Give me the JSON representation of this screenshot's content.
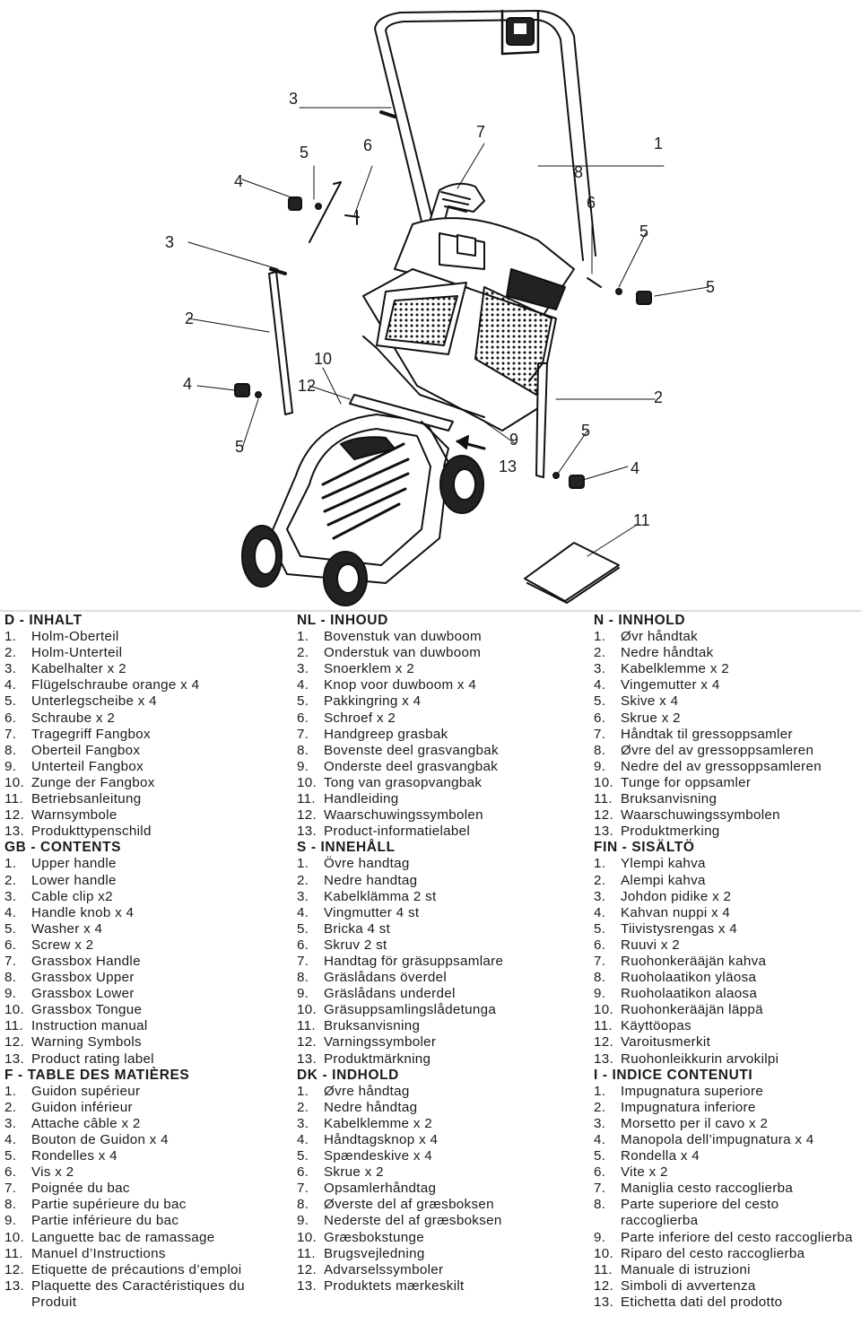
{
  "callouts": [
    "3",
    "5",
    "6",
    "7",
    "1",
    "4",
    "8",
    "6",
    "5",
    "3",
    "5",
    "4",
    "2",
    "10",
    "12",
    "4",
    "2",
    "5",
    "9",
    "5",
    "13",
    "4",
    "11"
  ],
  "sections": [
    {
      "heading": "D - INHALT",
      "items": [
        {
          "n": "1.",
          "t": "Holm-Oberteil"
        },
        {
          "n": "2.",
          "t": "Holm-Unterteil"
        },
        {
          "n": "3.",
          "t": "Kabelhalter x 2"
        },
        {
          "n": "4.",
          "t": "Flügelschraube orange x 4"
        },
        {
          "n": "5.",
          "t": "Unterlegscheibe x 4"
        },
        {
          "n": "6.",
          "t": "Schraube x 2"
        },
        {
          "n": "7.",
          "t": "Tragegriff Fangbox"
        },
        {
          "n": "8.",
          "t": "Oberteil Fangbox"
        },
        {
          "n": "9.",
          "t": "Unterteil Fangbox"
        },
        {
          "n": "10.",
          "t": "Zunge der Fangbox"
        },
        {
          "n": "11.",
          "t": "Betriebsanleitung"
        },
        {
          "n": "12.",
          "t": "Warnsymbole"
        },
        {
          "n": "13.",
          "t": "Produkttypenschild"
        }
      ]
    },
    {
      "heading": "GB - CONTENTS",
      "items": [
        {
          "n": "1.",
          "t": "Upper handle"
        },
        {
          "n": "2.",
          "t": "Lower handle"
        },
        {
          "n": "3.",
          "t": "Cable clip x2"
        },
        {
          "n": "4.",
          "t": "Handle knob x 4"
        },
        {
          "n": "5.",
          "t": "Washer x 4"
        },
        {
          "n": "6.",
          "t": "Screw x 2"
        },
        {
          "n": "7.",
          "t": "Grassbox Handle"
        },
        {
          "n": "8.",
          "t": "Grassbox Upper"
        },
        {
          "n": "9.",
          "t": "Grassbox Lower"
        },
        {
          "n": "10.",
          "t": "Grassbox Tongue"
        },
        {
          "n": "11.",
          "t": "Instruction manual"
        },
        {
          "n": "12.",
          "t": "Warning Symbols"
        },
        {
          "n": "13.",
          "t": "Product rating label"
        }
      ]
    },
    {
      "heading": "F - TABLE DES MATIÈRES",
      "items": [
        {
          "n": "1.",
          "t": "Guidon supérieur"
        },
        {
          "n": "2.",
          "t": "Guidon inférieur"
        },
        {
          "n": "3.",
          "t": "Attache câble x 2"
        },
        {
          "n": "4.",
          "t": "Bouton de Guidon x 4"
        },
        {
          "n": "5.",
          "t": "Rondelles x 4"
        },
        {
          "n": "6.",
          "t": "Vis x 2"
        },
        {
          "n": "7.",
          "t": "Poignée du bac"
        },
        {
          "n": "8.",
          "t": "Partie supérieure du bac"
        },
        {
          "n": "9.",
          "t": "Partie inférieure du bac"
        },
        {
          "n": "10.",
          "t": "Languette bac de ramassage"
        },
        {
          "n": "11.",
          "t": "Manuel d’Instructions"
        },
        {
          "n": "12.",
          "t": "Etiquette de précautions d’emploi"
        },
        {
          "n": "13.",
          "t": "Plaquette des Caractéristiques du Produit"
        }
      ]
    },
    {
      "heading": "NL - INHOUD",
      "items": [
        {
          "n": "1.",
          "t": "Bovenstuk van duwboom"
        },
        {
          "n": "2.",
          "t": "Onderstuk van duwboom"
        },
        {
          "n": "3.",
          "t": "Snoerklem x 2"
        },
        {
          "n": "4.",
          "t": "Knop voor duwboom x 4"
        },
        {
          "n": "5.",
          "t": "Pakkingring x 4"
        },
        {
          "n": "6.",
          "t": "Schroef x 2"
        },
        {
          "n": "7.",
          "t": "Handgreep grasbak"
        },
        {
          "n": "8.",
          "t": "Bovenste deel grasvangbak"
        },
        {
          "n": "9.",
          "t": "Onderste deel grasvangbak"
        },
        {
          "n": "10.",
          "t": "Tong van grasopvangbak"
        },
        {
          "n": "11.",
          "t": "Handleiding"
        },
        {
          "n": "12.",
          "t": "Waarschuwingssymbolen"
        },
        {
          "n": "13.",
          "t": "Product-informatielabel"
        }
      ]
    },
    {
      "heading": "S - INNEHÅLL",
      "items": [
        {
          "n": "1.",
          "t": "Övre handtag"
        },
        {
          "n": "2.",
          "t": "Nedre handtag"
        },
        {
          "n": "3.",
          "t": "Kabelklämma 2 st"
        },
        {
          "n": "4.",
          "t": "Vingmutter 4 st"
        },
        {
          "n": "5.",
          "t": "Bricka 4 st"
        },
        {
          "n": "6.",
          "t": "Skruv 2 st"
        },
        {
          "n": "7.",
          "t": "Handtag för gräsuppsamlare"
        },
        {
          "n": "8.",
          "t": "Gräslådans överdel"
        },
        {
          "n": "9.",
          "t": "Gräslådans underdel"
        },
        {
          "n": "10.",
          "t": "Gräsuppsamlingslådetunga"
        },
        {
          "n": "11.",
          "t": "Bruksanvisning"
        },
        {
          "n": "12.",
          "t": "Varningssymboler"
        },
        {
          "n": "13.",
          "t": "Produktmärkning"
        }
      ]
    },
    {
      "heading": "DK - INDHOLD",
      "items": [
        {
          "n": "1.",
          "t": "Øvre håndtag"
        },
        {
          "n": "2.",
          "t": "Nedre håndtag"
        },
        {
          "n": "3.",
          "t": "Kabelklemme x 2"
        },
        {
          "n": "4.",
          "t": "Håndtagsknop x 4"
        },
        {
          "n": "5.",
          "t": "Spændeskive x 4"
        },
        {
          "n": "6.",
          "t": "Skrue x 2"
        },
        {
          "n": "7.",
          "t": "Opsamlerhåndtag"
        },
        {
          "n": "8.",
          "t": "Øverste del af græsboksen"
        },
        {
          "n": "9.",
          "t": "Nederste del af græsboksen"
        },
        {
          "n": "10.",
          "t": "Græsbokstunge"
        },
        {
          "n": "11.",
          "t": "Brugsvejledning"
        },
        {
          "n": "12.",
          "t": "Advarselssymboler"
        },
        {
          "n": "13.",
          "t": "Produktets mærkeskilt"
        }
      ]
    },
    {
      "heading": "N - INNHOLD",
      "items": [
        {
          "n": "1.",
          "t": "Øvr håndtak"
        },
        {
          "n": "2.",
          "t": "Nedre håndtak"
        },
        {
          "n": "3.",
          "t": "Kabelklemme x 2"
        },
        {
          "n": "4.",
          "t": "Vingemutter x 4"
        },
        {
          "n": "5.",
          "t": "Skive x 4"
        },
        {
          "n": "6.",
          "t": "Skrue x 2"
        },
        {
          "n": "7.",
          "t": "Håndtak til gressoppsamler"
        },
        {
          "n": "8.",
          "t": "Øvre del av gressoppsamleren"
        },
        {
          "n": "9.",
          "t": "Nedre del av gressoppsamleren"
        },
        {
          "n": "10.",
          "t": "Tunge for oppsamler"
        },
        {
          "n": "11.",
          "t": "Bruksanvisning"
        },
        {
          "n": "12.",
          "t": "Waarschuwingssymbolen"
        },
        {
          "n": "13.",
          "t": "Produktmerking"
        }
      ]
    },
    {
      "heading": "FIN - SISÄLTÖ",
      "items": [
        {
          "n": "1.",
          "t": "Ylempi kahva"
        },
        {
          "n": "2.",
          "t": "Alempi kahva"
        },
        {
          "n": "3.",
          "t": "Johdon pidike x 2"
        },
        {
          "n": "4.",
          "t": "Kahvan nuppi x 4"
        },
        {
          "n": "5.",
          "t": "Tiivistysrengas x 4"
        },
        {
          "n": "6.",
          "t": "Ruuvi x 2"
        },
        {
          "n": "7.",
          "t": "Ruohonkerääjän kahva"
        },
        {
          "n": "8.",
          "t": "Ruoholaatikon yläosa"
        },
        {
          "n": "9.",
          "t": "Ruoholaatikon alaosa"
        },
        {
          "n": "10.",
          "t": "Ruohonkerääjän läppä"
        },
        {
          "n": "11.",
          "t": "Käyttöopas"
        },
        {
          "n": "12.",
          "t": "Varoitusmerkit"
        },
        {
          "n": "13.",
          "t": "Ruohonleikkurin arvokilpi"
        }
      ]
    },
    {
      "heading": "I - INDICE CONTENUTI",
      "items": [
        {
          "n": "1.",
          "t": "Impugnatura superiore"
        },
        {
          "n": "2.",
          "t": "Impugnatura inferiore"
        },
        {
          "n": "3.",
          "t": "Morsetto per il cavo x 2"
        },
        {
          "n": "4.",
          "t": "Manopola dell’impugnatura x 4"
        },
        {
          "n": "5.",
          "t": "Rondella x 4"
        },
        {
          "n": "6.",
          "t": "Vite x 2"
        },
        {
          "n": "7.",
          "t": "Maniglia cesto raccoglierba"
        },
        {
          "n": "8.",
          "t": "Parte superiore del cesto raccoglierba"
        },
        {
          "n": "9.",
          "t": "Parte inferiore del cesto raccoglierba"
        },
        {
          "n": "10.",
          "t": "Riparo del cesto raccoglierba"
        },
        {
          "n": "11.",
          "t": "Manuale di istruzioni"
        },
        {
          "n": "12.",
          "t": "Simboli di avvertenza"
        },
        {
          "n": "13.",
          "t": "Etichetta dati del prodotto"
        }
      ]
    }
  ]
}
